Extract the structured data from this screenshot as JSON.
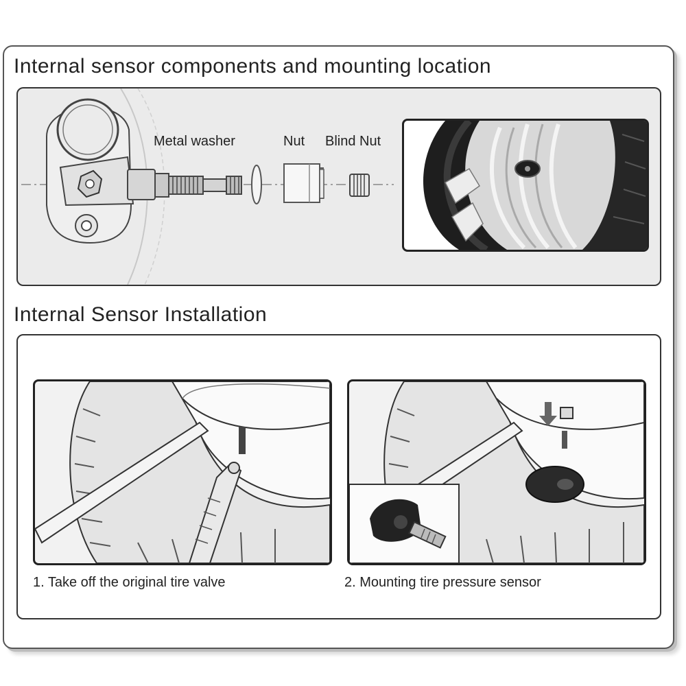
{
  "section1": {
    "title": "Internal sensor components and mounting location",
    "labels": {
      "metal_washer": "Metal washer",
      "nut": "Nut",
      "blind_nut": "Blind Nut"
    }
  },
  "section2": {
    "title": "Internal Sensor Installation",
    "steps": [
      {
        "caption": "1. Take off the original tire valve"
      },
      {
        "caption": "2. Mounting tire pressure sensor"
      }
    ]
  },
  "colors": {
    "border": "#333333",
    "panel_bg": "#ebebeb",
    "illustration_bg": "#f2f2f2",
    "tire_dark": "#1e1e1e",
    "rim_light": "#d8d8d8"
  }
}
